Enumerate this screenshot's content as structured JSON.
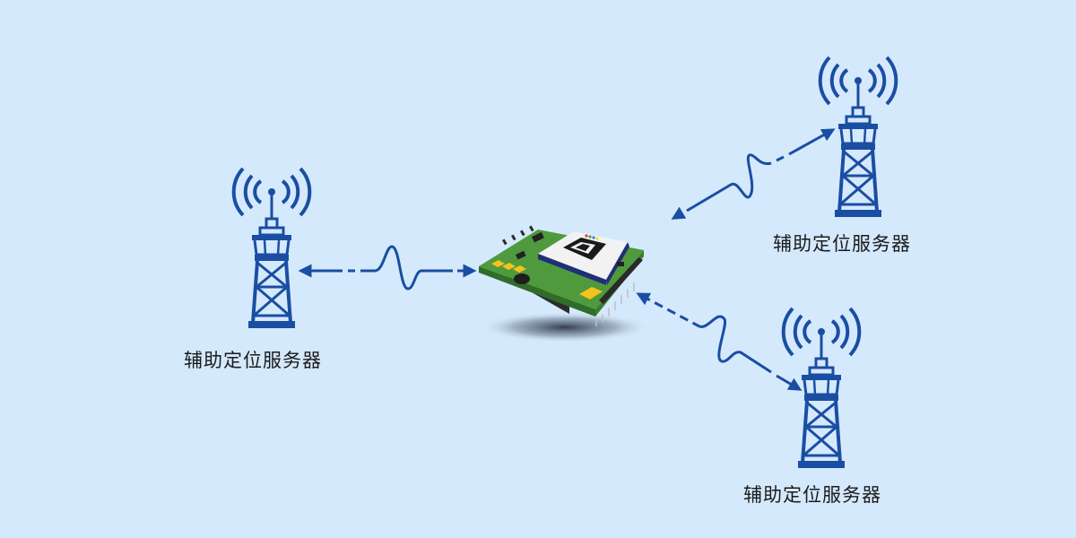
{
  "diagram": {
    "title": "",
    "background_color": "#d5e9fc",
    "accent_color": "#1a4ea3",
    "nodes": [
      {
        "id": "module",
        "type": "gps-module-pcb",
        "label": ""
      },
      {
        "id": "server-left",
        "type": "signal-tower",
        "label": "辅助定位服务器"
      },
      {
        "id": "server-top-right",
        "type": "signal-tower",
        "label": "辅助定位服务器"
      },
      {
        "id": "server-bottom-right",
        "type": "signal-tower",
        "label": "辅助定位服务器"
      }
    ],
    "links": [
      {
        "from": "module",
        "to": "server-left",
        "style": "dash-dot with wave",
        "bidirectional": true
      },
      {
        "from": "module",
        "to": "server-top-right",
        "style": "dash-dot with wave",
        "bidirectional": true
      },
      {
        "from": "module",
        "to": "server-bottom-right",
        "style": "dashed with wave",
        "bidirectional": true
      }
    ]
  }
}
